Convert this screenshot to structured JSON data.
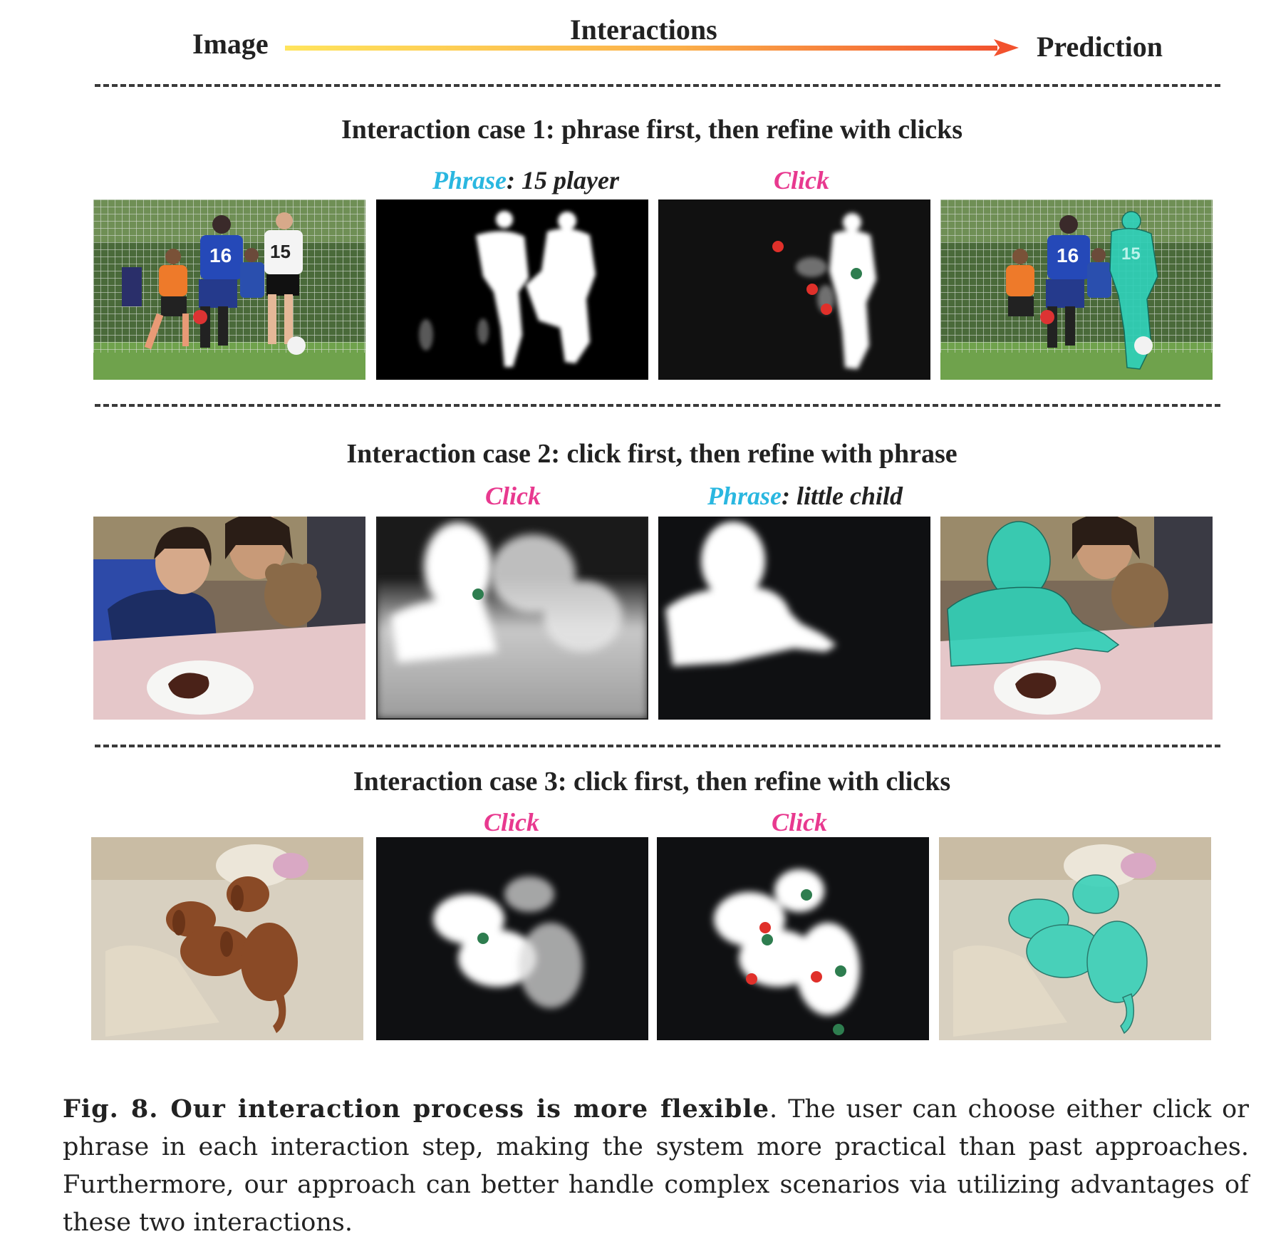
{
  "header": {
    "image_label": "Image",
    "interactions_label": "Interactions",
    "prediction_label": "Prediction"
  },
  "cases": [
    {
      "title": "Interaction case 1: phrase first, then refine with clicks",
      "steps": [
        {
          "kind": "Phrase",
          "text": ": 15 player"
        },
        {
          "kind": "Click",
          "text": ""
        }
      ]
    },
    {
      "title": "Interaction case 2: click first, then refine with phrase",
      "steps": [
        {
          "kind": "Click",
          "text": ""
        },
        {
          "kind": "Phrase",
          "text": ": little child"
        }
      ]
    },
    {
      "title": "Interaction case 3: click first, then refine with clicks",
      "steps": [
        {
          "kind": "Click",
          "text": ""
        },
        {
          "kind": "Click",
          "text": ""
        }
      ]
    }
  ],
  "caption": {
    "lead": "Fig. 8. Our interaction process is more flexible",
    "body": ". The user can choose either click or phrase in each interaction step, making the system more practical than past approaches. Furthermore, our approach can better handle complex scenarios via utilizing advantages of these two interactions."
  },
  "colors": {
    "click_label": "#e8398f",
    "phrase_label": "#2ab7e0",
    "positive_click": "#2e7d4f",
    "negative_click": "#e0302a",
    "mask_overlay": "#2fd0b8",
    "arrow_start": "#ffe45c",
    "arrow_end": "#f2522e"
  }
}
